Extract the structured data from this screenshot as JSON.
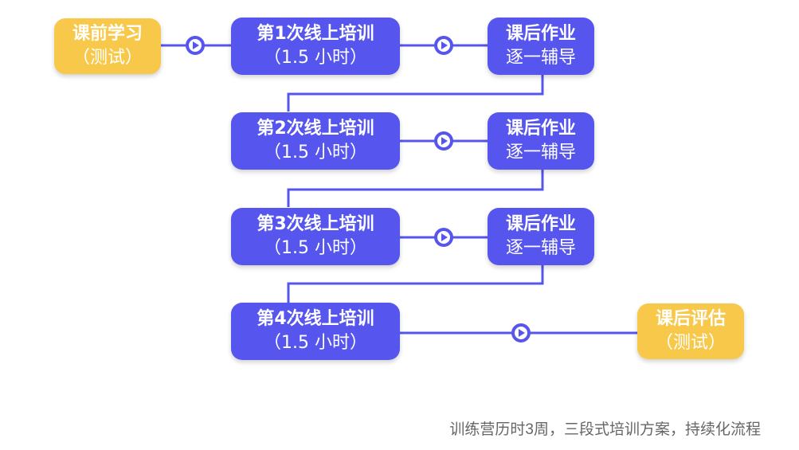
{
  "colors": {
    "purple": "#5656ee",
    "yellow": "#f7c84a",
    "line": "#5656ee",
    "caption": "#666666"
  },
  "nodes": {
    "pre": {
      "title": "课前学习",
      "sub": "（测试）"
    },
    "s1": {
      "title": "第1次线上培训",
      "sub": "（1.5 小时）"
    },
    "h1": {
      "title": "课后作业",
      "sub": "逐一辅导"
    },
    "s2": {
      "title": "第2次线上培训",
      "sub": "（1.5 小时）"
    },
    "h2": {
      "title": "课后作业",
      "sub": "逐一辅导"
    },
    "s3": {
      "title": "第3次线上培训",
      "sub": "（1.5 小时）"
    },
    "h3": {
      "title": "课后作业",
      "sub": "逐一辅导"
    },
    "s4": {
      "title": "第4次线上培训",
      "sub": "（1.5 小时）"
    },
    "post": {
      "title": "课后评估",
      "sub": "（测试）"
    }
  },
  "caption": "训练营历时3周，三段式培训方案，持续化流程"
}
